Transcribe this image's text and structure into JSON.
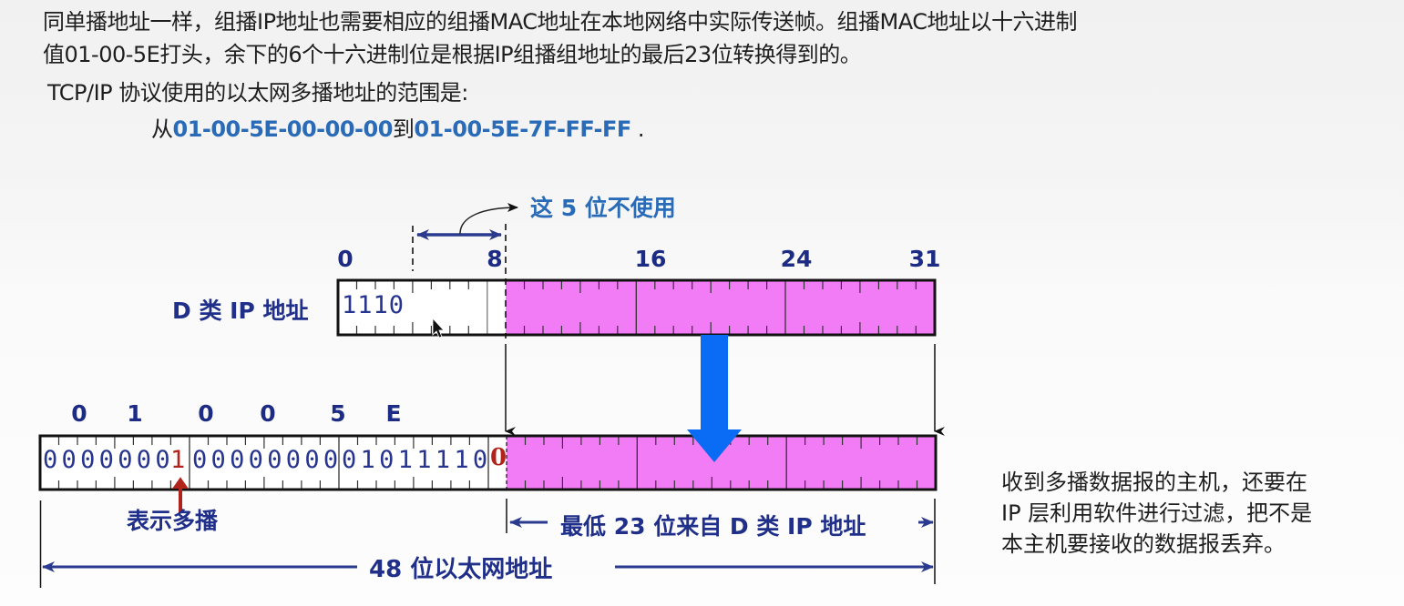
{
  "intro": {
    "line1": "同单播地址一样，组播IP地址也需要相应的组播MAC地址在本地网络中实际传送帧。组播MAC地址以十六进制",
    "line2": "值01-00-5E打头，余下的6个十六进制位是根据IP组播组地址的最后23位转换得到的。",
    "range_label": "TCP/IP 协议使用的以太网多播地址的范围是:",
    "range_from_prefix": "从",
    "range_start": "01-00-5E-00-00-00",
    "range_to": "到",
    "range_end": "01-00-5E-7F-FF-FF",
    "range_suffix": " ."
  },
  "diagram": {
    "unused_bits_label": "这 5 位不使用",
    "class_d_label": "D 类 IP 地址",
    "ip_bit_positions": [
      "0",
      "8",
      "16",
      "24",
      "31"
    ],
    "ip_prefix_bits": "1110",
    "mac_hex_labels": [
      "0",
      "1",
      "0",
      "0",
      "5",
      "E"
    ],
    "mac_bits_byte0_a": "0000000",
    "mac_bits_multicast_bit": "1",
    "mac_bits_byte1": "00000000",
    "mac_bits_byte2": "01011110",
    "mac_bits_fixed_zero": "0",
    "multicast_bit_label": "表示多播",
    "low23_label": "最低 23 位来自 D 类 IP 地址",
    "total_label": "48 位以太网地址",
    "colors": {
      "mapped_bits_fill": "#f27cf5",
      "transfer_arrow": "#0a6cf5",
      "label_navy": "#1f2f8a",
      "highlight_red": "#b0241c",
      "range_blue": "#2a6bb8"
    }
  },
  "side_note": {
    "line1": "收到多播数据报的主机，还要在",
    "line2": "IP 层利用软件进行过滤，把不是",
    "line3": "本主机要接收的数据报丢弃。"
  }
}
